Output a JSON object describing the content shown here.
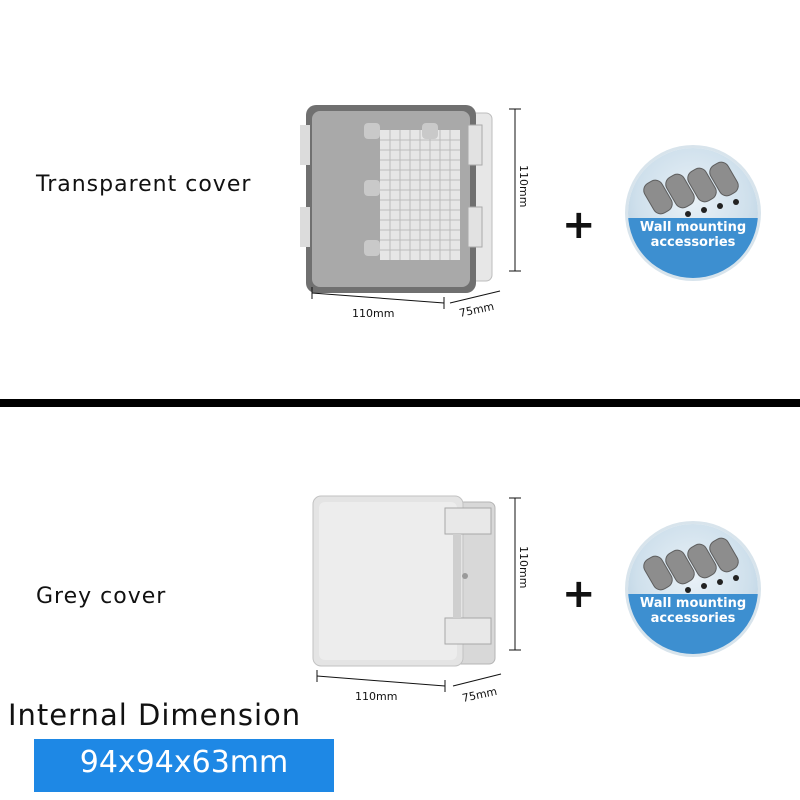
{
  "variants": [
    {
      "label": "Transparent cover",
      "width_label": "110mm",
      "height_label": "110mm",
      "depth_label": "75mm"
    },
    {
      "label": "Grey cover",
      "width_label": "110mm",
      "height_label": "110mm",
      "depth_label": "75mm"
    }
  ],
  "plus_sign": "+",
  "accessory": {
    "line1": "Wall mounting",
    "line2": "accessories"
  },
  "internal": {
    "title": "Internal Dimension",
    "value": "94x94x63mm"
  },
  "colors": {
    "accent": "#1e88e5",
    "divider": "#000000"
  }
}
